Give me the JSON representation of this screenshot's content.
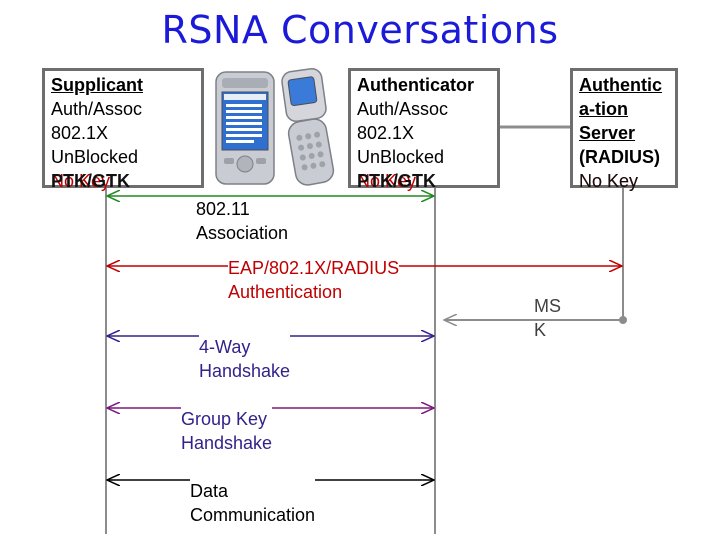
{
  "title": "RSNA Conversations",
  "supplicant": {
    "heading": "Supplicant",
    "lines": [
      "Auth/Assoc",
      "802.1X",
      "UnBlocked"
    ],
    "state_under": "No Key",
    "state_over": "PTK/GTK"
  },
  "authenticator": {
    "heading": "Authenticator",
    "lines": [
      "Auth/Assoc",
      "802.1X",
      "UnBlocked"
    ],
    "state_under": "No Key",
    "state_over": "PTK/GTK"
  },
  "auth_server": {
    "heading_lines": [
      "Authentic",
      "a-tion"
    ],
    "lines": [
      "Server",
      "(RADIUS)"
    ],
    "state_under": "No Key",
    "state_over": "No Key"
  },
  "exchanges": {
    "association": [
      "802.11",
      "Association"
    ],
    "eap": [
      "EAP/802.1X/RADIUS",
      "Authentication"
    ],
    "msk": [
      "MS",
      "K"
    ],
    "four_way": [
      "4-Way",
      "Handshake"
    ],
    "group_key": [
      "Group Key",
      "Handshake"
    ],
    "data": [
      "Data",
      "Communication"
    ]
  },
  "colors": {
    "title": "#1a1ad8",
    "association": "#1e8a1e",
    "eap": "#c00000",
    "four_way": "#33228a",
    "group_key": "#7a1a7a",
    "data": "#000000",
    "lifeline": "#8c8c8c"
  },
  "icons": [
    "pda-phone-icon",
    "flip-phone-icon"
  ]
}
